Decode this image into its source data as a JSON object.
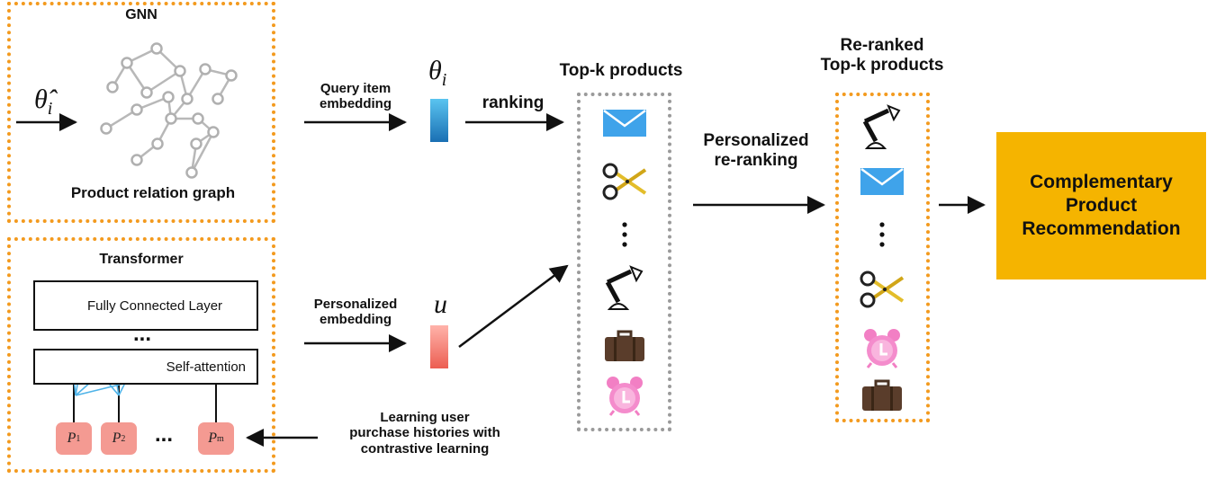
{
  "gnn": {
    "title": "GNN",
    "graph_label": "Product relation graph",
    "input_symbol": "θ̂",
    "input_subscript": "i"
  },
  "transformer": {
    "title": "Transformer",
    "fc_layer": "Fully Connected Layer",
    "attention_layer": "Self-attention",
    "layer_ellipsis": "...",
    "history_ellipsis": "...",
    "purchases": [
      {
        "base": "P",
        "sub": "1"
      },
      {
        "base": "P",
        "sub": "2"
      },
      {
        "base": "P",
        "sub": "m"
      }
    ]
  },
  "labels": {
    "query_embedding": "Query item\nembedding",
    "personalized_embedding": "Personalized\nembedding",
    "ranking": "ranking",
    "personalized_reranking": "Personalized\nre-ranking",
    "learning_histories": "Learning user\npurchase histories with\ncontrastive learning"
  },
  "embeddings": {
    "query_symbol": "θ",
    "query_subscript": "i",
    "user_symbol": "u",
    "query_color": "#1a86c8",
    "user_color": "#f07b72"
  },
  "topk": {
    "title": "Top-k products",
    "items": [
      "envelope-icon",
      "scissors-icon",
      "vertical-ellipsis",
      "desk-lamp-icon",
      "briefcase-icon",
      "alarm-clock-icon"
    ]
  },
  "reranked": {
    "title": "Re-ranked\nTop-k products",
    "items": [
      "desk-lamp-icon",
      "envelope-icon",
      "vertical-ellipsis",
      "scissors-icon",
      "alarm-clock-icon",
      "briefcase-icon"
    ]
  },
  "result": {
    "label": "Complementary\nProduct\nRecommendation",
    "color": "#f5b400"
  },
  "colors": {
    "dashed_border": "#f39a1e",
    "gray_border": "#9a9a9a",
    "attention_arrows": "#4fb3e8"
  }
}
